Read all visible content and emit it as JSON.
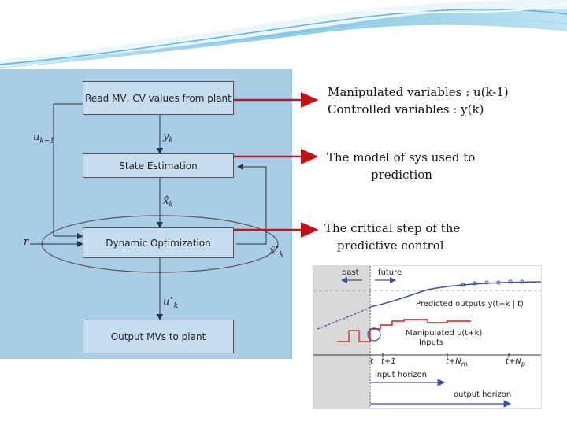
{
  "diagram": {
    "blocks": {
      "read": "Read MV, CV values from plant",
      "state": "State Estimation",
      "opt": "Dynamic Optimization",
      "output": "Output MVs to plant"
    },
    "vars": {
      "u_prev": "u",
      "u_prev_sub": "k−1",
      "y": "y",
      "y_sub": "k",
      "xhat": "x̂",
      "xhat_sub": "k",
      "r": "r",
      "xstar": "x̂",
      "xstar_sup": "•",
      "xstar_sub": "k",
      "ustar": "u",
      "ustar_sup": "•",
      "ustar_sub": "k"
    }
  },
  "notes": {
    "n1_line1": "Manipulated variables : u(k-1)",
    "n1_line2": "Controlled variables : y(k)",
    "n2_line1": "The model of sys used to",
    "n2_line2": "prediction",
    "n3_line1": "The critical step of the",
    "n3_line2": "predictive control"
  },
  "mpc": {
    "past": "past",
    "future": "future",
    "predicted": "Predicted outputs y(t+k | t)",
    "manipulated": "Manipulated u(t+k)",
    "inputs": "Inputs",
    "t": "t",
    "t1": "t+1",
    "tnm": "t+N",
    "tnm_sub": "m",
    "tnp": "t+N",
    "tnp_sub": "p",
    "input_horizon": "input horizon",
    "output_horizon": "output horizon"
  },
  "colors": {
    "panel": "#a9cde6",
    "block": "#c5ddef",
    "arrow": "#c0141c",
    "predicted_line": "#3a4fa0",
    "input_line": "#d41818",
    "horizon_arrow": "#3a4fa0"
  }
}
